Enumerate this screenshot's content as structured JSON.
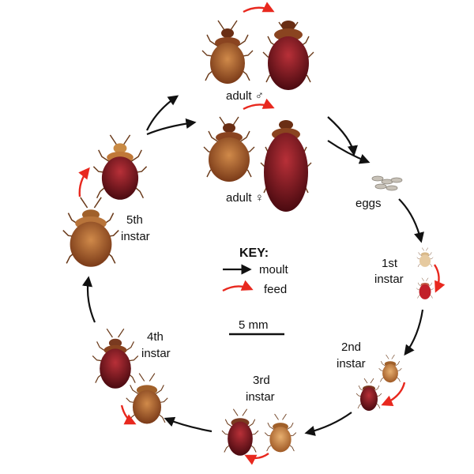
{
  "labels": {
    "adult_male": "adult ♂",
    "adult_female": "adult ♀",
    "eggs": "eggs",
    "first_l1": "1st",
    "first_l2": "instar",
    "second_l1": "2nd",
    "second_l2": "instar",
    "third_l1": "3rd",
    "third_l2": "instar",
    "fourth_l1": "4th",
    "fourth_l2": "instar",
    "fifth_l1": "5th",
    "fifth_l2": "instar"
  },
  "key": {
    "title": "KEY:",
    "moult": "moult",
    "feed": "feed"
  },
  "scale_bar": {
    "label": "5 mm"
  },
  "colors": {
    "moult_arrow": "#111111",
    "feed_arrow": "#e8281e",
    "unfed_body": "#b8743a",
    "fed_body": "#8a1a1f",
    "nymph_light": "#c98a44"
  }
}
